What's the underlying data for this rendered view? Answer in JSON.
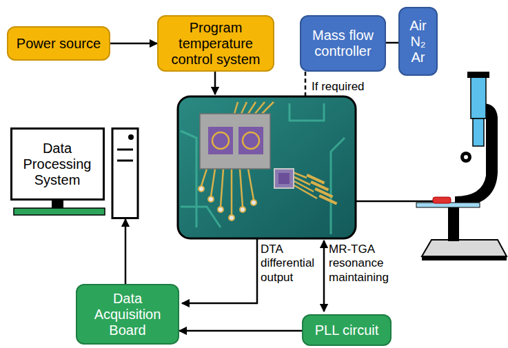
{
  "diagram": {
    "nodes": [
      {
        "text": [
          "Power source"
        ]
      },
      {
        "text": [
          "Program temperature control system"
        ]
      },
      {
        "text": [
          "Mass flow controller"
        ]
      },
      {
        "text": [
          "Air N₂ Ar"
        ]
      },
      {
        "text": [
          "Data Processing System"
        ]
      },
      {
        "text": [
          "Data Acquisition Board"
        ]
      },
      {
        "text": [
          "PLL circuit"
        ]
      }
    ],
    "edges": [
      {
        "from": 0,
        "to": 1,
        "arrow": "to"
      },
      {
        "from": 2,
        "to": 3,
        "arrow": "none"
      },
      {
        "from": 5,
        "to": 4,
        "arrow": "to"
      },
      {
        "from": 6,
        "to": 5,
        "arrow": "to"
      }
    ],
    "labels": [
      "If required",
      "DTA differential output",
      "MR-TGA resonance maintaining"
    ]
  }
}
